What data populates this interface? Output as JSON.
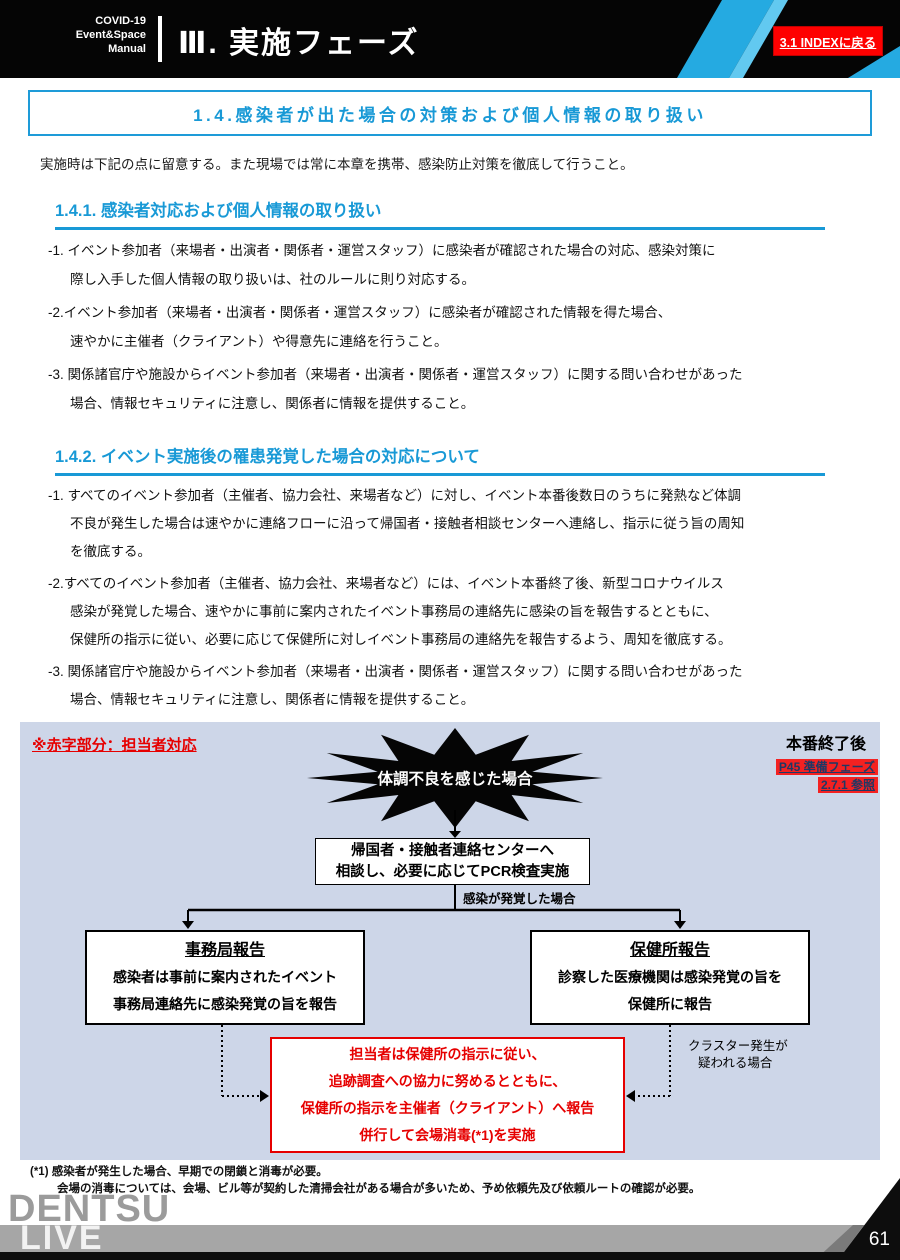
{
  "colors": {
    "accent_blue": "#1899d6",
    "stripe_cyan": "#25aae1",
    "stripe_light_cyan": "#62c9f0",
    "alert_red": "#e60000",
    "button_red": "#fe0000",
    "panel_bg": "#cdd6e8",
    "link_navy": "#1f3864",
    "footer_gray": "#a6a6a6"
  },
  "header": {
    "logo_line1": "COVID-19",
    "logo_line2": "Event&Space",
    "logo_line3": "Manual",
    "title": "Ⅲ. 実施フェーズ",
    "back_button": "3.1 INDEXに戻る"
  },
  "title_box": "1.4.感染者が出た場合の対策および個人情報の取り扱い",
  "intro": "実施時は下記の点に留意する。また現場では常に本章を携帯、感染防止対策を徹底して行うこと。",
  "section1": {
    "heading": "1.4.1. 感染者対応および個人情報の取り扱い",
    "items": [
      {
        "lines": [
          "-1. イベント参加者（来場者・出演者・関係者・運営スタッフ）に感染者が確認された場合の対応、感染対策に",
          "際し入手した個人情報の取り扱いは、社のルールに則り対応する。"
        ]
      },
      {
        "lines": [
          "-2.イベント参加者（来場者・出演者・関係者・運営スタッフ）に感染者が確認された情報を得た場合、",
          "速やかに主催者（クライアント）や得意先に連絡を行うこと。"
        ]
      },
      {
        "lines": [
          "-3. 関係諸官庁や施設からイベント参加者（来場者・出演者・関係者・運営スタッフ）に関する問い合わせがあった",
          "場合、情報セキュリティに注意し、関係者に情報を提供すること。"
        ]
      }
    ]
  },
  "section2": {
    "heading": "1.4.2. イベント実施後の罹患発覚した場合の対応について",
    "items": [
      {
        "lines": [
          "-1. すべてのイベント参加者（主催者、協力会社、来場者など）に対し、イベント本番後数日のうちに発熱など体調",
          "不良が発生した場合は速やかに連絡フローに沿って帰国者・接触者相談センターへ連絡し、指示に従う旨の周知",
          "を徹底する。"
        ]
      },
      {
        "lines": [
          "-2.すべてのイベント参加者（主催者、協力会社、来場者など）には、イベント本番終了後、新型コロナウイルス",
          "感染が発覚した場合、速やかに事前に案内されたイベント事務局の連絡先に感染の旨を報告するとともに、",
          "保健所の指示に従い、必要に応じて保健所に対しイベント事務局の連絡先を報告するよう、周知を徹底する。"
        ]
      },
      {
        "lines": [
          "-3. 関係諸官庁や施設からイベント参加者（来場者・出演者・関係者・運営スタッフ）に関する問い合わせがあった",
          "場合、情報セキュリティに注意し、関係者に情報を提供すること。"
        ]
      }
    ]
  },
  "flowchart": {
    "legend": "※赤字部分：担当者対応",
    "stage_label": "本番終了後",
    "ref_link_line1": "P45 準備フェーズ",
    "ref_link_line2": "2.7.1 参照",
    "burst_label": "体調不良を感じた場合",
    "pcr_box_line1": "帰国者・接触者連絡センターへ",
    "pcr_box_line2": "相談し、必要に応じてPCR検査実施",
    "branch_label": "感染が発覚した場合",
    "left_box": {
      "title": "事務局報告",
      "line1": "感染者は事前に案内されたイベント",
      "line2": "事務局連絡先に感染発覚の旨を報告"
    },
    "right_box": {
      "title": "保健所報告",
      "line1": "診察した医療機関は感染発覚の旨を",
      "line2": "保健所に報告"
    },
    "red_box": {
      "line1": "担当者は保健所の指示に従い、",
      "line2": "追跡調査への協力に努めるとともに、",
      "line3": "保健所の指示を主催者（クライアント）へ報告",
      "line4": "併行して会場消毒(*1)を実施"
    },
    "cluster_label_line1": "クラスター発生が",
    "cluster_label_line2": "疑われる場合"
  },
  "footnote": {
    "line1": "(*1) 感染者が発生した場合、早期での閉鎖と消毒が必要。",
    "line2": "会場の消毒については、会場、ビル等が契約した清掃会社がある場合が多いため、予め依頼先及び依頼ルートの確認が必要。"
  },
  "footer": {
    "logo_line1": "DENTSU",
    "logo_line2": "LIVE",
    "page_number": "61"
  }
}
